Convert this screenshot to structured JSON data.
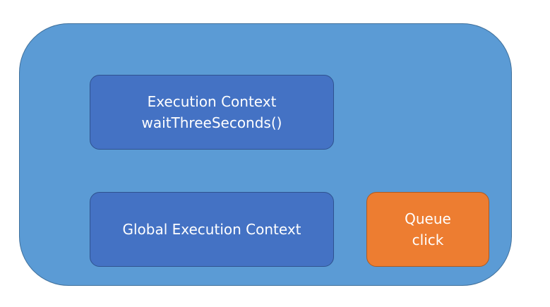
{
  "colors": {
    "background": "#ffffff",
    "container_fill": "#5b9bd5",
    "context_fill": "#4472c4",
    "queue_fill": "#ed7d31",
    "text": "#ffffff"
  },
  "execution_context": {
    "line1": "Execution Context",
    "line2": "waitThreeSeconds()"
  },
  "global_execution_context": {
    "label": "Global Execution Context"
  },
  "queue": {
    "line1": "Queue",
    "line2": "click"
  }
}
